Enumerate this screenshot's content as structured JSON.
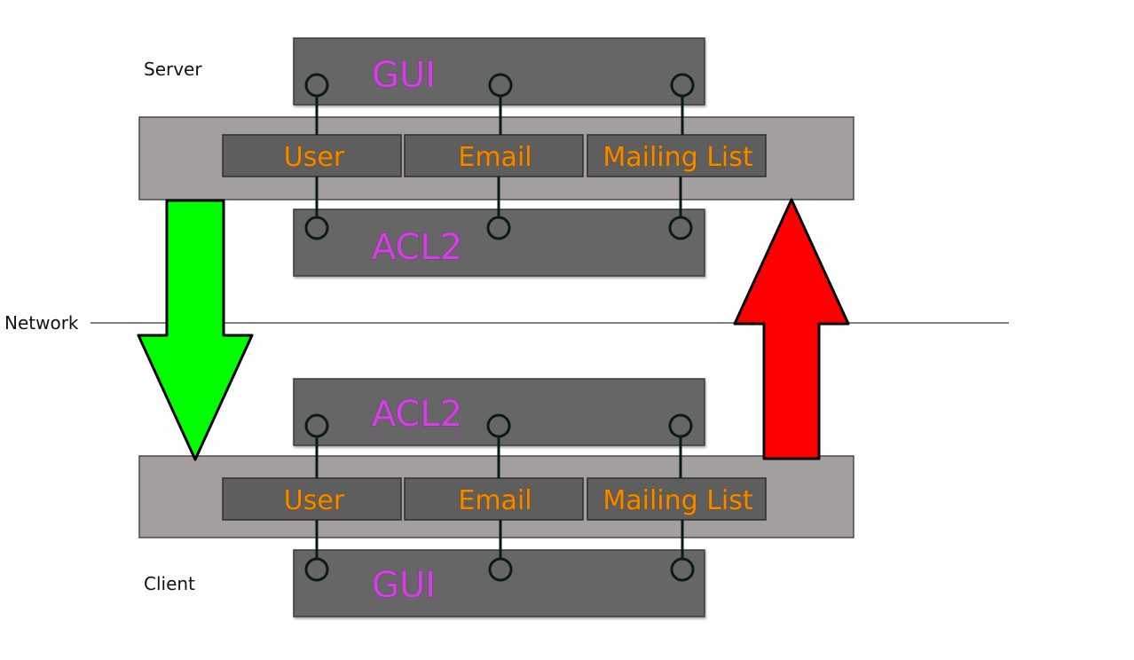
{
  "labels": {
    "server": "Server",
    "network": "Network",
    "client": "Client"
  },
  "server": {
    "gui_title": "GUI",
    "acl2_title": "ACL2",
    "modules": [
      "User",
      "Email",
      "Mailing List"
    ]
  },
  "client": {
    "acl2_title": "ACL2",
    "gui_title": "GUI",
    "modules": [
      "User",
      "Email",
      "Mailing List"
    ]
  },
  "colors": {
    "layer_box": "#666666",
    "band": "#a39f9f",
    "module_box": "#5e5e5e",
    "layer_text": "#c848d8",
    "module_text": "#f08a00",
    "connector": "#0a1a1a",
    "arrow_down": "#00ff00",
    "arrow_up": "#ff0000"
  },
  "icons": {
    "arrow_down": "arrow-down-icon",
    "arrow_up": "arrow-up-icon"
  }
}
